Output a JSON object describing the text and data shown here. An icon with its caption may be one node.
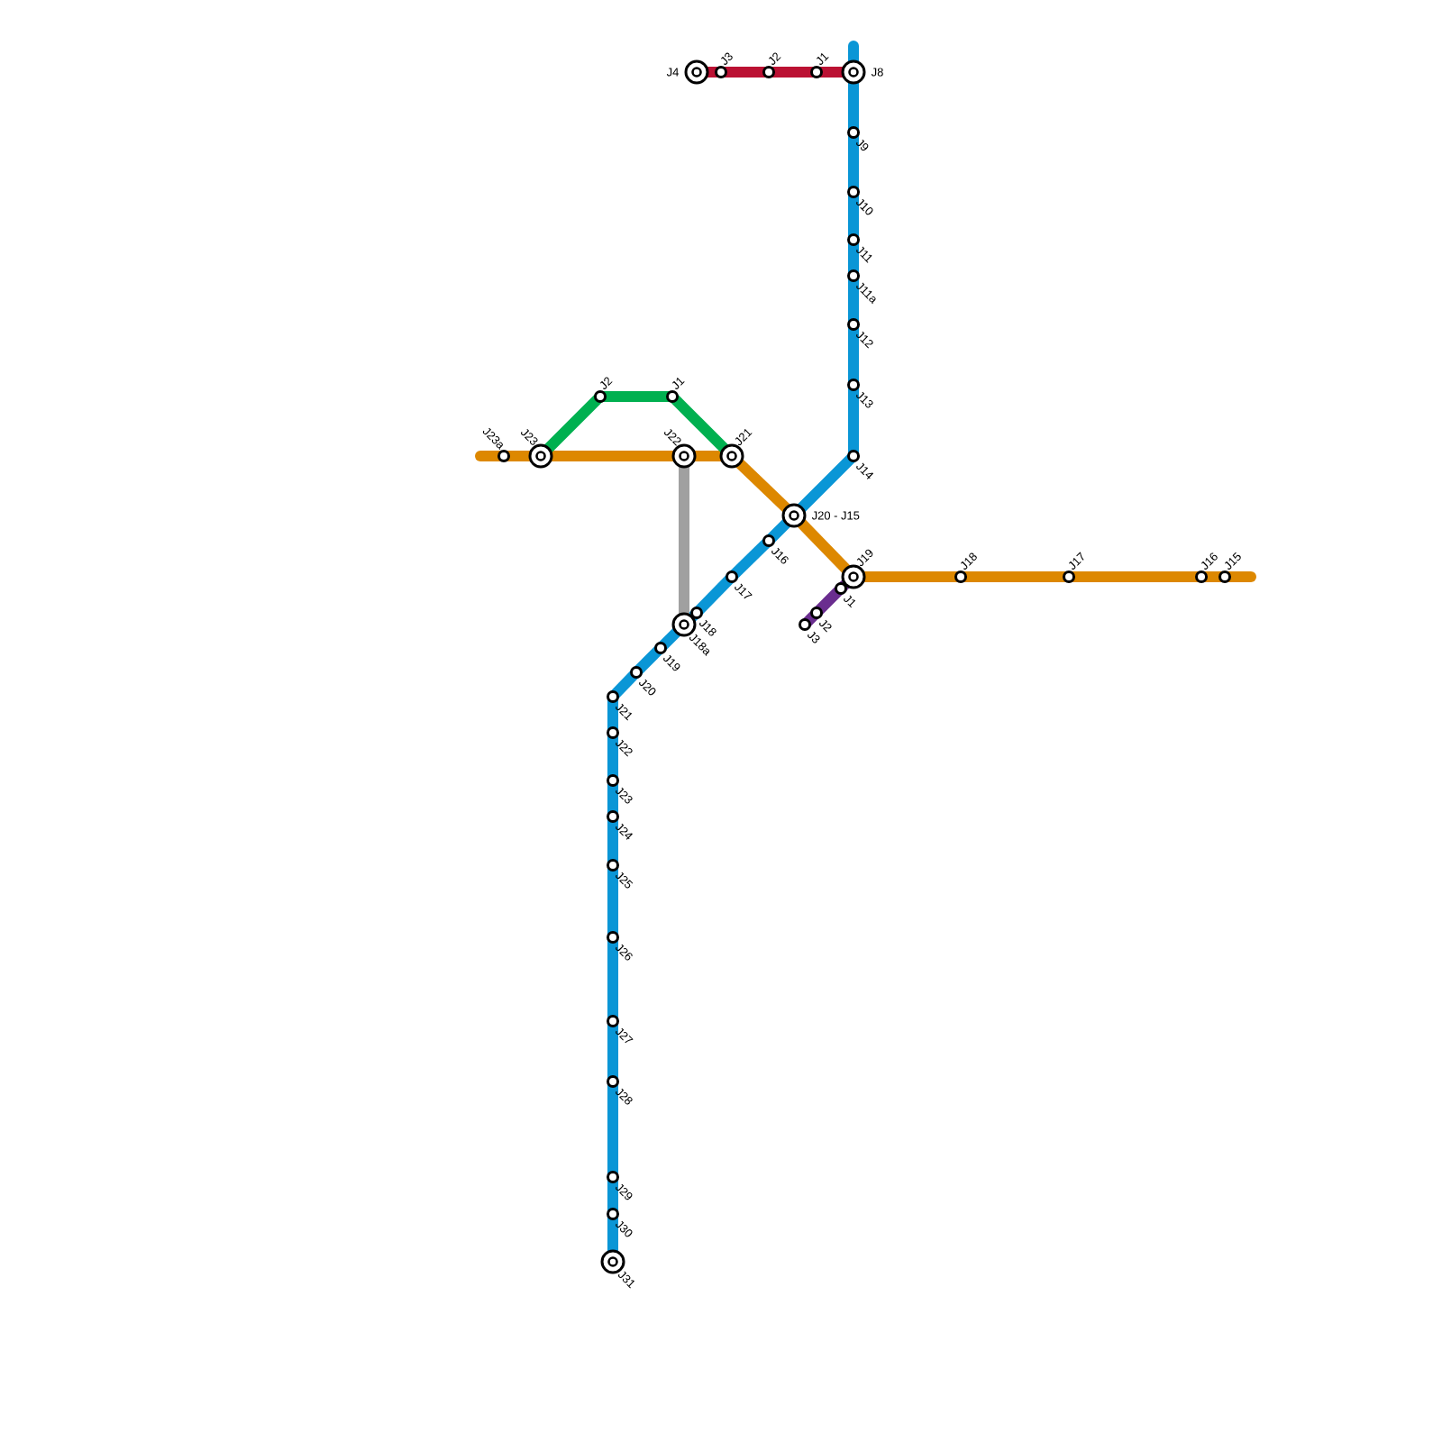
{
  "diagram": {
    "nodes": [
      {
        "text": [
          "J4"
        ]
      },
      {
        "text": [
          "J3"
        ]
      },
      {
        "text": [
          "J2"
        ]
      },
      {
        "text": [
          "J1"
        ]
      },
      {
        "text": [
          "J8"
        ]
      },
      {
        "text": [
          "J9"
        ]
      },
      {
        "text": [
          "J10"
        ]
      },
      {
        "text": [
          "J11"
        ]
      },
      {
        "text": [
          "J11a"
        ]
      },
      {
        "text": [
          "J12"
        ]
      },
      {
        "text": [
          "J13"
        ]
      },
      {
        "text": [
          "J14"
        ]
      },
      {
        "text": [
          "J20 - J15"
        ]
      },
      {
        "text": [
          "J16"
        ]
      },
      {
        "text": [
          "J17"
        ]
      },
      {
        "text": [
          "J18"
        ]
      },
      {
        "text": [
          "J18a"
        ]
      },
      {
        "text": [
          "J19"
        ]
      },
      {
        "text": [
          "J20"
        ]
      },
      {
        "text": [
          "J21"
        ]
      },
      {
        "text": [
          "J22"
        ]
      },
      {
        "text": [
          "J23"
        ]
      },
      {
        "text": [
          "J24"
        ]
      },
      {
        "text": [
          "J25"
        ]
      },
      {
        "text": [
          "J26"
        ]
      },
      {
        "text": [
          "J27"
        ]
      },
      {
        "text": [
          "J28"
        ]
      },
      {
        "text": [
          "J29"
        ]
      },
      {
        "text": [
          "J30"
        ]
      },
      {
        "text": [
          "J31"
        ]
      },
      {
        "text": [
          "J23a"
        ]
      },
      {
        "text": [
          "J23"
        ]
      },
      {
        "text": [
          "J22"
        ]
      },
      {
        "text": [
          "J21"
        ]
      },
      {
        "text": [
          "J19"
        ]
      },
      {
        "text": [
          "J18"
        ]
      },
      {
        "text": [
          "J17"
        ]
      },
      {
        "text": [
          "J16"
        ]
      },
      {
        "text": [
          "J15"
        ]
      },
      {
        "text": [
          "J2"
        ]
      },
      {
        "text": [
          "J1"
        ]
      },
      {
        "text": [
          "J1"
        ]
      },
      {
        "text": [
          "J2"
        ]
      },
      {
        "text": [
          "J3"
        ]
      }
    ],
    "edges": [
      {
        "from": 0,
        "to": 1,
        "arrow": "none",
        "color": "#bb1133"
      },
      {
        "from": 1,
        "to": 2,
        "arrow": "none",
        "color": "#bb1133"
      },
      {
        "from": 2,
        "to": 3,
        "arrow": "none",
        "color": "#bb1133"
      },
      {
        "from": 3,
        "to": 4,
        "arrow": "none",
        "color": "#bb1133"
      },
      {
        "from": 4,
        "to": 5,
        "arrow": "none"
      },
      {
        "from": 5,
        "to": 6,
        "arrow": "none"
      },
      {
        "from": 6,
        "to": 7,
        "arrow": "none"
      },
      {
        "from": 7,
        "to": 8,
        "arrow": "none"
      },
      {
        "from": 8,
        "to": 9,
        "arrow": "none"
      },
      {
        "from": 9,
        "to": 10,
        "arrow": "none"
      },
      {
        "from": 10,
        "to": 11,
        "arrow": "none"
      },
      {
        "from": 11,
        "to": 12,
        "arrow": "none"
      },
      {
        "from": 12,
        "to": 13,
        "arrow": "none"
      },
      {
        "from": 13,
        "to": 14,
        "arrow": "none"
      },
      {
        "from": 14,
        "to": 15,
        "arrow": "none"
      },
      {
        "from": 15,
        "to": 16,
        "arrow": "none"
      },
      {
        "from": 16,
        "to": 17,
        "arrow": "none"
      },
      {
        "from": 17,
        "to": 18,
        "arrow": "none"
      },
      {
        "from": 18,
        "to": 19,
        "arrow": "none"
      },
      {
        "from": 19,
        "to": 20,
        "arrow": "none"
      },
      {
        "from": 20,
        "to": 21,
        "arrow": "none"
      },
      {
        "from": 21,
        "to": 22,
        "arrow": "none"
      },
      {
        "from": 22,
        "to": 23,
        "arrow": "none"
      },
      {
        "from": 23,
        "to": 24,
        "arrow": "none"
      },
      {
        "from": 24,
        "to": 25,
        "arrow": "none"
      },
      {
        "from": 25,
        "to": 26,
        "arrow": "none"
      },
      {
        "from": 26,
        "to": 27,
        "arrow": "none"
      },
      {
        "from": 27,
        "to": 28,
        "arrow": "none"
      },
      {
        "from": 28,
        "to": 29,
        "arrow": "none"
      },
      {
        "from": 30,
        "to": 31,
        "arrow": "none",
        "color": "#dd8800"
      },
      {
        "from": 31,
        "to": 32,
        "arrow": "none",
        "color": "#dd8800"
      },
      {
        "from": 32,
        "to": 33,
        "arrow": "none",
        "color": "#dd8800"
      },
      {
        "from": 33,
        "to": 12,
        "arrow": "none",
        "color": "#dd8800"
      },
      {
        "from": 12,
        "to": 34,
        "arrow": "none",
        "color": "#dd8800"
      },
      {
        "from": 34,
        "to": 35,
        "arrow": "none",
        "color": "#dd8800"
      },
      {
        "from": 35,
        "to": 36,
        "arrow": "none",
        "color": "#dd8800"
      },
      {
        "from": 36,
        "to": 37,
        "arrow": "none",
        "color": "#dd8800"
      },
      {
        "from": 37,
        "to": 38,
        "arrow": "none",
        "color": "#dd8800"
      },
      {
        "from": 31,
        "to": 39,
        "arrow": "none",
        "color": "#00b050"
      },
      {
        "from": 39,
        "to": 40,
        "arrow": "none",
        "color": "#00b050"
      },
      {
        "from": 40,
        "to": 33,
        "arrow": "none",
        "color": "#00b050"
      },
      {
        "from": 32,
        "to": 16,
        "arrow": "none",
        "color": "#a0a0a0"
      },
      {
        "from": 34,
        "to": 41,
        "arrow": "none",
        "color": "#6a2d8f"
      },
      {
        "from": 41,
        "to": 42,
        "arrow": "none",
        "color": "#6a2d8f"
      },
      {
        "from": 42,
        "to": 43,
        "arrow": "none",
        "color": "#6a2d8f"
      }
    ]
  }
}
